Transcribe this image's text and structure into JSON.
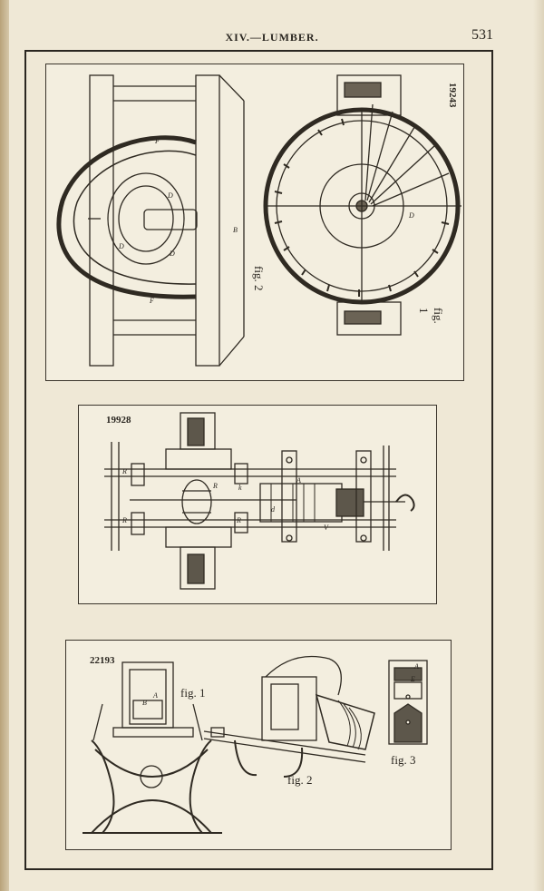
{
  "header": {
    "section_title": "XIV.—LUMBER.",
    "page_number": "531"
  },
  "plates": [
    {
      "patent_number": "19243",
      "figures": [
        "fig. 1",
        "fig. 2"
      ],
      "letters": [
        "D",
        "D",
        "D",
        "D",
        "B",
        "F",
        "F"
      ]
    },
    {
      "patent_number": "19928",
      "letters": [
        "R",
        "R",
        "R",
        "R",
        "k",
        "d",
        "A",
        "V"
      ]
    },
    {
      "patent_number": "22193",
      "figures": [
        "fig. 1",
        "fig. 2",
        "fig. 3"
      ],
      "letters": [
        "A",
        "B",
        "A",
        "E"
      ]
    }
  ]
}
